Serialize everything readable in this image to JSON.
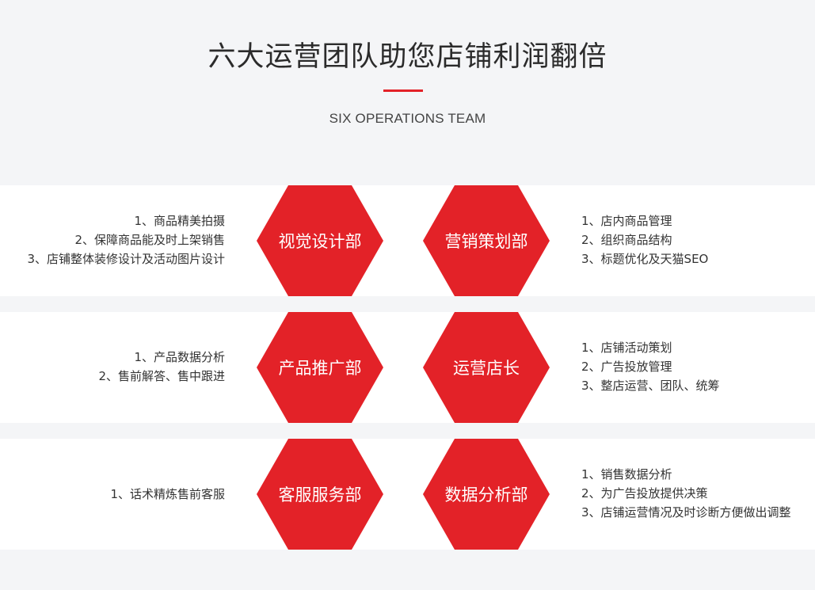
{
  "header": {
    "title": "六大运营团队助您店铺利润翻倍",
    "subtitle": "SIX OPERATIONS TEAM",
    "accent_color": "#e32228"
  },
  "teams": [
    {
      "name": "视觉设计部",
      "items": [
        "1、商品精美拍摄",
        "2、保障商品能及时上架销售",
        "3、店铺整体装修设计及活动图片设计"
      ]
    },
    {
      "name": "营销策划部",
      "items": [
        "1、店内商品管理",
        "2、组织商品结构",
        "3、标题优化及天猫SEO"
      ]
    },
    {
      "name": "产品推广部",
      "items": [
        "1、产品数据分析",
        "2、售前解答、售中跟进"
      ]
    },
    {
      "name": "运营店长",
      "items": [
        "1、店铺活动策划",
        "2、广告投放管理",
        "3、整店运营、团队、统筹"
      ]
    },
    {
      "name": "客服服务部",
      "items": [
        "1、话术精炼售前客服"
      ]
    },
    {
      "name": "数据分析部",
      "items": [
        "1、销售数据分析",
        "2、为广告投放提供决策",
        "3、店铺运营情况及时诊断方便做出调整"
      ]
    }
  ]
}
